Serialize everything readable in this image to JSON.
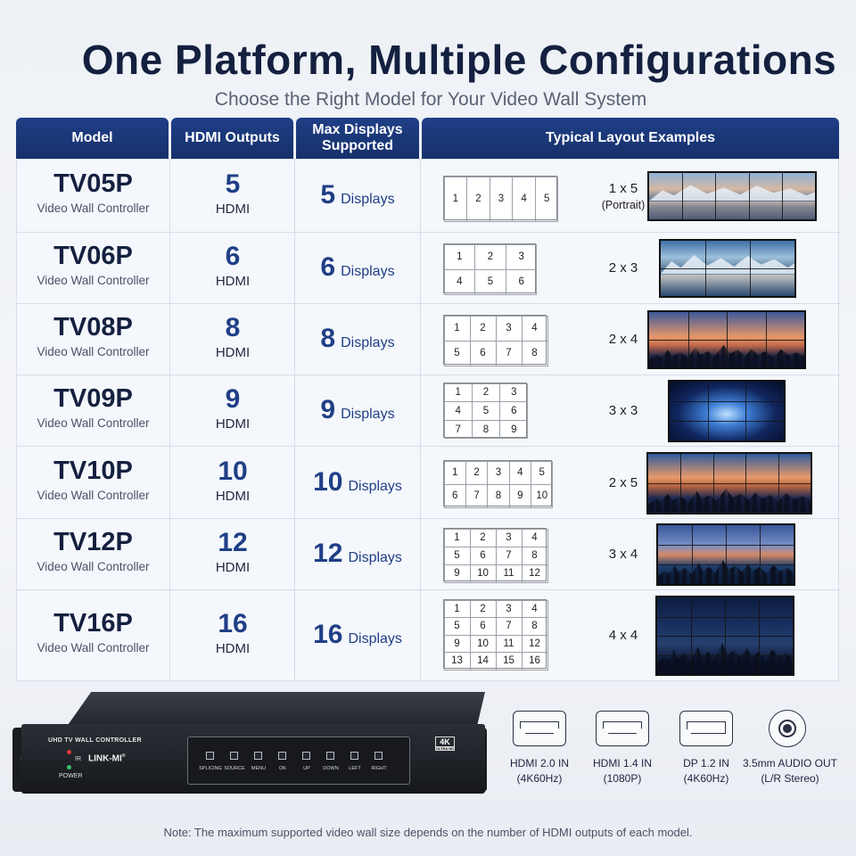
{
  "header": {
    "title": "One Platform, Multiple Configurations",
    "subtitle": "Choose the Right Model for Your Video Wall System"
  },
  "table": {
    "columns": [
      "Model",
      "HDMI Outputs",
      "Max Displays Supported",
      "Typical Layout Examples"
    ],
    "rows": [
      {
        "model": "TV05P",
        "sub": "Video Wall Controller",
        "hdmi": "5",
        "hdmi_label": "HDMI",
        "displays": "5",
        "displays_label": "Displays",
        "layout": "1 x 5",
        "layout_note": "(Portrait)",
        "grid_rows": 1,
        "grid_cols": 5,
        "cells": [
          "1",
          "2",
          "3",
          "4",
          "5"
        ],
        "thumb": "sky-mtn"
      },
      {
        "model": "TV06P",
        "sub": "Video Wall Controller",
        "hdmi": "6",
        "hdmi_label": "HDMI",
        "displays": "6",
        "displays_label": "Displays",
        "layout": "2 x 3",
        "layout_note": "",
        "grid_rows": 2,
        "grid_cols": 3,
        "cells": [
          "1",
          "2",
          "3",
          "4",
          "5",
          "6"
        ],
        "thumb": "sky-lake"
      },
      {
        "model": "TV08P",
        "sub": "Video Wall Controller",
        "hdmi": "8",
        "hdmi_label": "HDMI",
        "displays": "8",
        "displays_label": "Displays",
        "layout": "2 x 4",
        "layout_note": "",
        "grid_rows": 2,
        "grid_cols": 4,
        "cells": [
          "1",
          "2",
          "3",
          "4",
          "5",
          "6",
          "7",
          "8"
        ],
        "thumb": "city-sunset"
      },
      {
        "model": "TV09P",
        "sub": "Video Wall Controller",
        "hdmi": "9",
        "hdmi_label": "HDMI",
        "displays": "9",
        "displays_label": "Displays",
        "layout": "3 x 3",
        "layout_note": "",
        "grid_rows": 3,
        "grid_cols": 3,
        "cells": [
          "1",
          "2",
          "3",
          "4",
          "5",
          "6",
          "7",
          "8",
          "9"
        ],
        "thumb": "space"
      },
      {
        "model": "TV10P",
        "sub": "Video Wall Controller",
        "hdmi": "10",
        "hdmi_label": "HDMI",
        "displays": "10",
        "displays_label": "Displays",
        "layout": "2 x 5",
        "layout_note": "",
        "grid_rows": 2,
        "grid_cols": 5,
        "cells": [
          "1",
          "2",
          "3",
          "4",
          "5",
          "6",
          "7",
          "8",
          "9",
          "10"
        ],
        "thumb": "city-dusk"
      },
      {
        "model": "TV12P",
        "sub": "Video Wall Controller",
        "hdmi": "12",
        "hdmi_label": "HDMI",
        "displays": "12",
        "displays_label": "Displays",
        "layout": "3 x 4",
        "layout_note": "",
        "grid_rows": 3,
        "grid_cols": 4,
        "cells": [
          "1",
          "2",
          "3",
          "4",
          "5",
          "6",
          "7",
          "8",
          "9",
          "10",
          "11",
          "12"
        ],
        "thumb": "bay"
      },
      {
        "model": "TV16P",
        "sub": "Video Wall Controller",
        "hdmi": "16",
        "hdmi_label": "HDMI",
        "displays": "16",
        "displays_label": "Displays",
        "layout": "4 x 4",
        "layout_note": "",
        "grid_rows": 4,
        "grid_cols": 4,
        "cells": [
          "1",
          "2",
          "3",
          "4",
          "5",
          "6",
          "7",
          "8",
          "9",
          "10",
          "11",
          "12",
          "13",
          "14",
          "15",
          "16"
        ],
        "thumb": "night"
      }
    ]
  },
  "device": {
    "front_label": "UHD TV WALL CONTROLLER",
    "brand": "LINK-MI",
    "ir_label": "IR",
    "power_label": "POWER",
    "buttons": [
      "SPLICING",
      "SOURCE",
      "MENU",
      "OK",
      "UP",
      "DOWN",
      "LEFT",
      "RIGHT"
    ],
    "badge": "4K",
    "badge_sub": "ULTRA HD"
  },
  "ports": [
    {
      "name": "HDMI 2.0 IN",
      "spec": "(4K60Hz)",
      "icon": "hdmi-port-icon"
    },
    {
      "name": "HDMI 1.4 IN",
      "spec": "(1080P)",
      "icon": "hdmi-port-icon"
    },
    {
      "name": "DP 1.2 IN",
      "spec": "(4K60Hz)",
      "icon": "displayport-icon"
    },
    {
      "name": "3.5mm AUDIO OUT",
      "spec": "(L/R Stereo)",
      "icon": "audio-jack-icon"
    }
  ],
  "note": "Note: The maximum supported video wall size depends on the number of HDMI outputs of each model.",
  "colors": {
    "header_blue": "#1f3f86",
    "accent_blue": "#1f3f86",
    "title": "#14203f"
  }
}
